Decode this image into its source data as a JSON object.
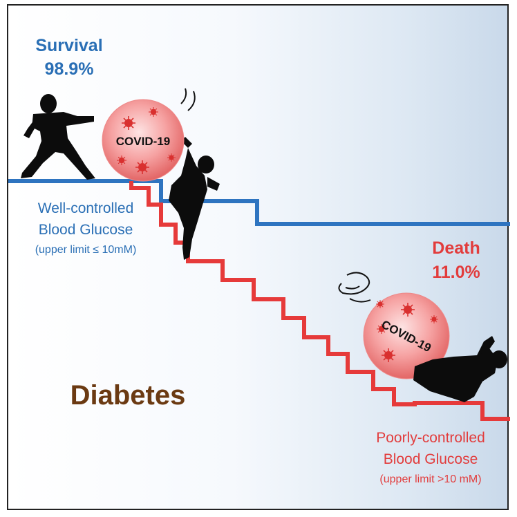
{
  "survival": {
    "label": "Survival",
    "value": "98.9%",
    "color": "#2a6fb5"
  },
  "death": {
    "label": "Death",
    "value": "11.0%",
    "color": "#e23c3c"
  },
  "well_controlled": {
    "line1": "Well-controlled",
    "line2": "Blood Glucose",
    "line3": "(upper limit ≤ 10mM)",
    "color": "#2a6fb5"
  },
  "poorly_controlled": {
    "line1": "Poorly-controlled",
    "line2": "Blood Glucose",
    "line3": "(upper limit >10 mM)",
    "color": "#e23c3c"
  },
  "condition": {
    "label": "Diabetes",
    "color": "#6b3a12"
  },
  "virus": {
    "label": "COVID-19"
  },
  "icons": [
    "virus-ball-icon",
    "standing-fighter-icon",
    "kicking-fighter-icon",
    "fallen-fighter-icon",
    "motion-lines-icon",
    "wind-swirl-icon"
  ]
}
